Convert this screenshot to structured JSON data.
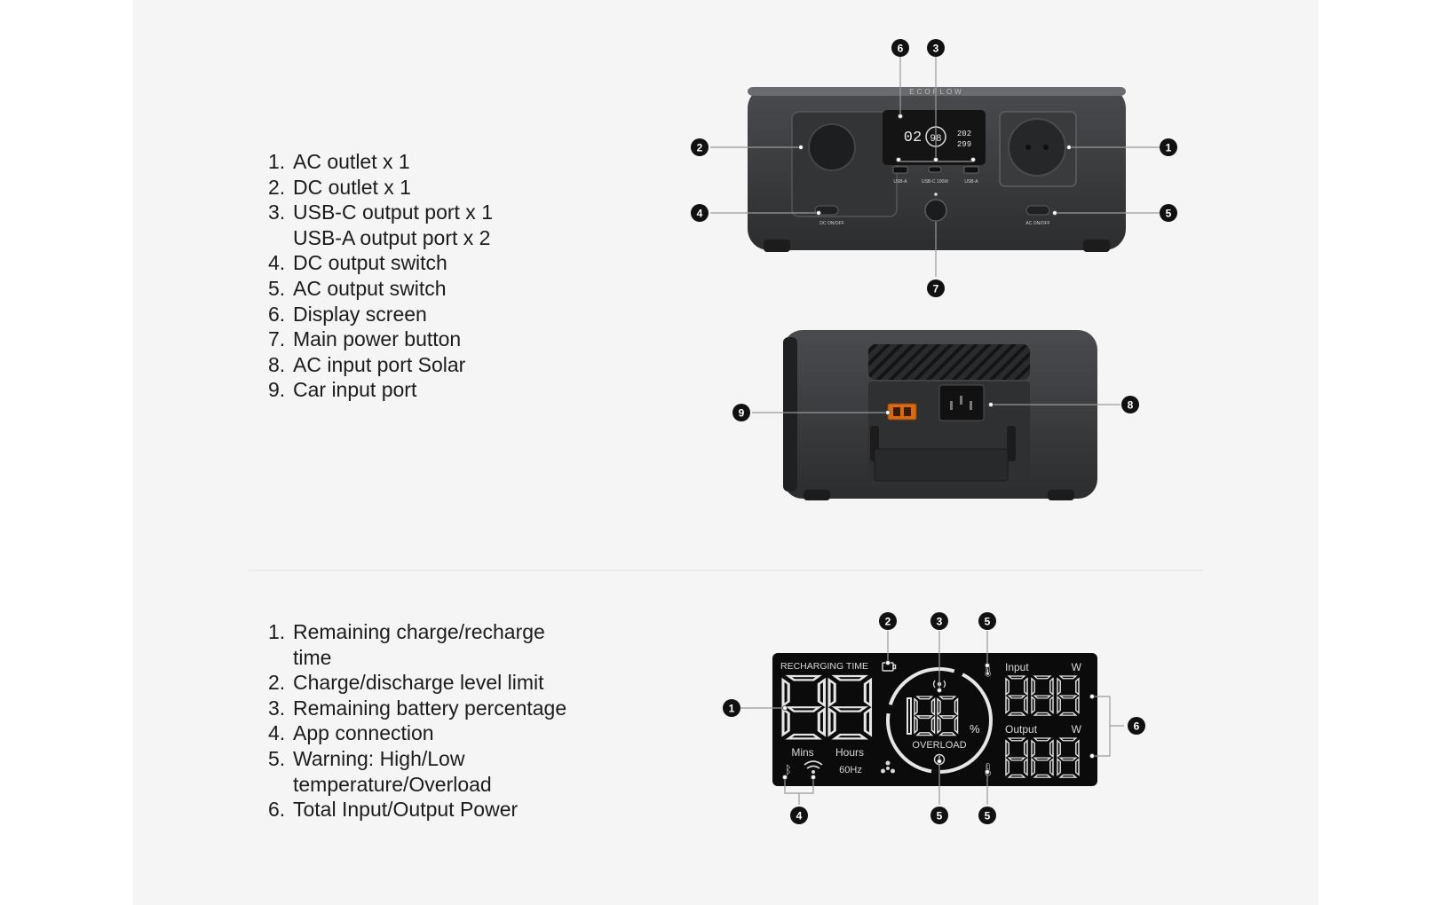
{
  "legend_top": [
    {
      "num": "1.",
      "lines": [
        "AC outlet x 1"
      ]
    },
    {
      "num": "2.",
      "lines": [
        "DC outlet x 1"
      ]
    },
    {
      "num": "3.",
      "lines": [
        "USB-C output port x 1",
        "USB-A output port x 2"
      ]
    },
    {
      "num": "4.",
      "lines": [
        "DC output switch"
      ]
    },
    {
      "num": "5.",
      "lines": [
        "AC output switch"
      ]
    },
    {
      "num": "6.",
      "lines": [
        "Display screen"
      ]
    },
    {
      "num": "7.",
      "lines": [
        "Main power button"
      ]
    },
    {
      "num": "8.",
      "lines": [
        "AC input port Solar"
      ]
    },
    {
      "num": "9.",
      "lines": [
        "Car input port"
      ]
    }
  ],
  "legend_bottom": [
    {
      "num": "1.",
      "lines": [
        "Remaining charge/recharge",
        "time"
      ]
    },
    {
      "num": "2.",
      "lines": [
        "Charge/discharge level limit"
      ]
    },
    {
      "num": "3.",
      "lines": [
        "Remaining battery percentage"
      ]
    },
    {
      "num": "4.",
      "lines": [
        "App connection"
      ]
    },
    {
      "num": "5.",
      "lines": [
        "Warning: High/Low",
        "temperature/Overload"
      ]
    },
    {
      "num": "6.",
      "lines": [
        "Total Input/Output Power"
      ]
    }
  ],
  "device": {
    "brand": "ECOFLOW",
    "dc_switch_label": "DC ON/OFF",
    "ac_switch_label": "AC ON/OFF",
    "usb_a_left": "USB-A",
    "usb_c": "USB-C 100W",
    "usb_a_right": "USB-A",
    "mini_time": "02",
    "mini_pct": "98",
    "mini_in": "202",
    "mini_out": "299"
  },
  "callouts_device": {
    "c1": "1",
    "c2": "2",
    "c3": "3",
    "c4": "4",
    "c5": "5",
    "c6": "6",
    "c7": "7",
    "c8": "8",
    "c9": "9"
  },
  "lcd": {
    "recharging_label": "RECHARGING TIME",
    "time_digits": "88",
    "mins_label": "Mins",
    "hours_label": "Hours",
    "hz_label": "60Hz",
    "pct_digits": "188",
    "pct_sign": "%",
    "overload_label": "OVERLOAD",
    "input_label": "Input",
    "output_label": "Output",
    "watt_unit_in": "W",
    "watt_unit_out": "W",
    "input_digits": "888",
    "output_digits": "888"
  },
  "callouts_lcd": {
    "c1": "1",
    "c2": "2",
    "c3": "3",
    "c4": "4",
    "c5a": "5",
    "c5b": "5",
    "c5c": "5",
    "c6": "6"
  },
  "colors": {
    "panel": "#f5f5f5",
    "device": "#3a3b3d",
    "lcd_bg": "#0b0b0b",
    "callout": "#111111"
  }
}
